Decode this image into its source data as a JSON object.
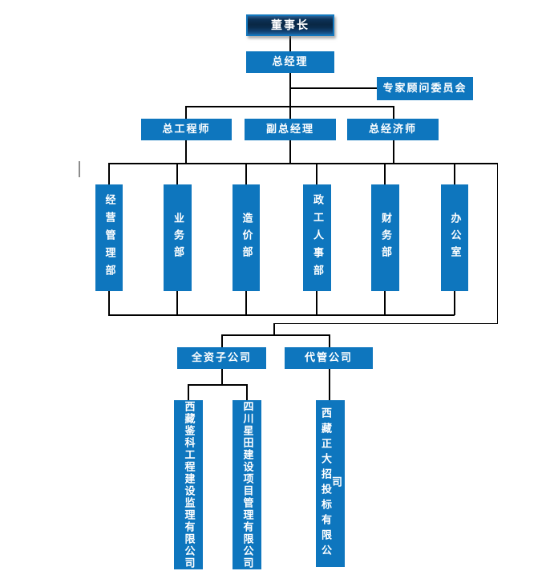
{
  "colors": {
    "node_blue": "#0E76BE",
    "chairman_dark": "#0A2C4E",
    "chairman_border": "#1377BD",
    "connector": "#000000",
    "text": "#FFFFFF"
  },
  "org": {
    "chairman": {
      "label": "董事长"
    },
    "general_manager": {
      "label": "总经理"
    },
    "advisory_committee": {
      "label": "专家顾问委员会"
    },
    "executives": [
      {
        "label": "总工程师"
      },
      {
        "label": "副总经理"
      },
      {
        "label": "总经济师"
      }
    ],
    "departments": [
      {
        "label": "经营管理部"
      },
      {
        "label": "业务部"
      },
      {
        "label": "造价部"
      },
      {
        "label": "政工人事部"
      },
      {
        "label": "财务部"
      },
      {
        "label": "办公室"
      }
    ],
    "company_groups": [
      {
        "label": "全资子公司"
      },
      {
        "label": "代管公司"
      }
    ],
    "companies": [
      {
        "label": "西藏鉴科工程建设监理有限公司"
      },
      {
        "label": "四川星田建设项目管理有限公司"
      },
      {
        "label": "西藏正大招投标有限公司"
      }
    ]
  }
}
